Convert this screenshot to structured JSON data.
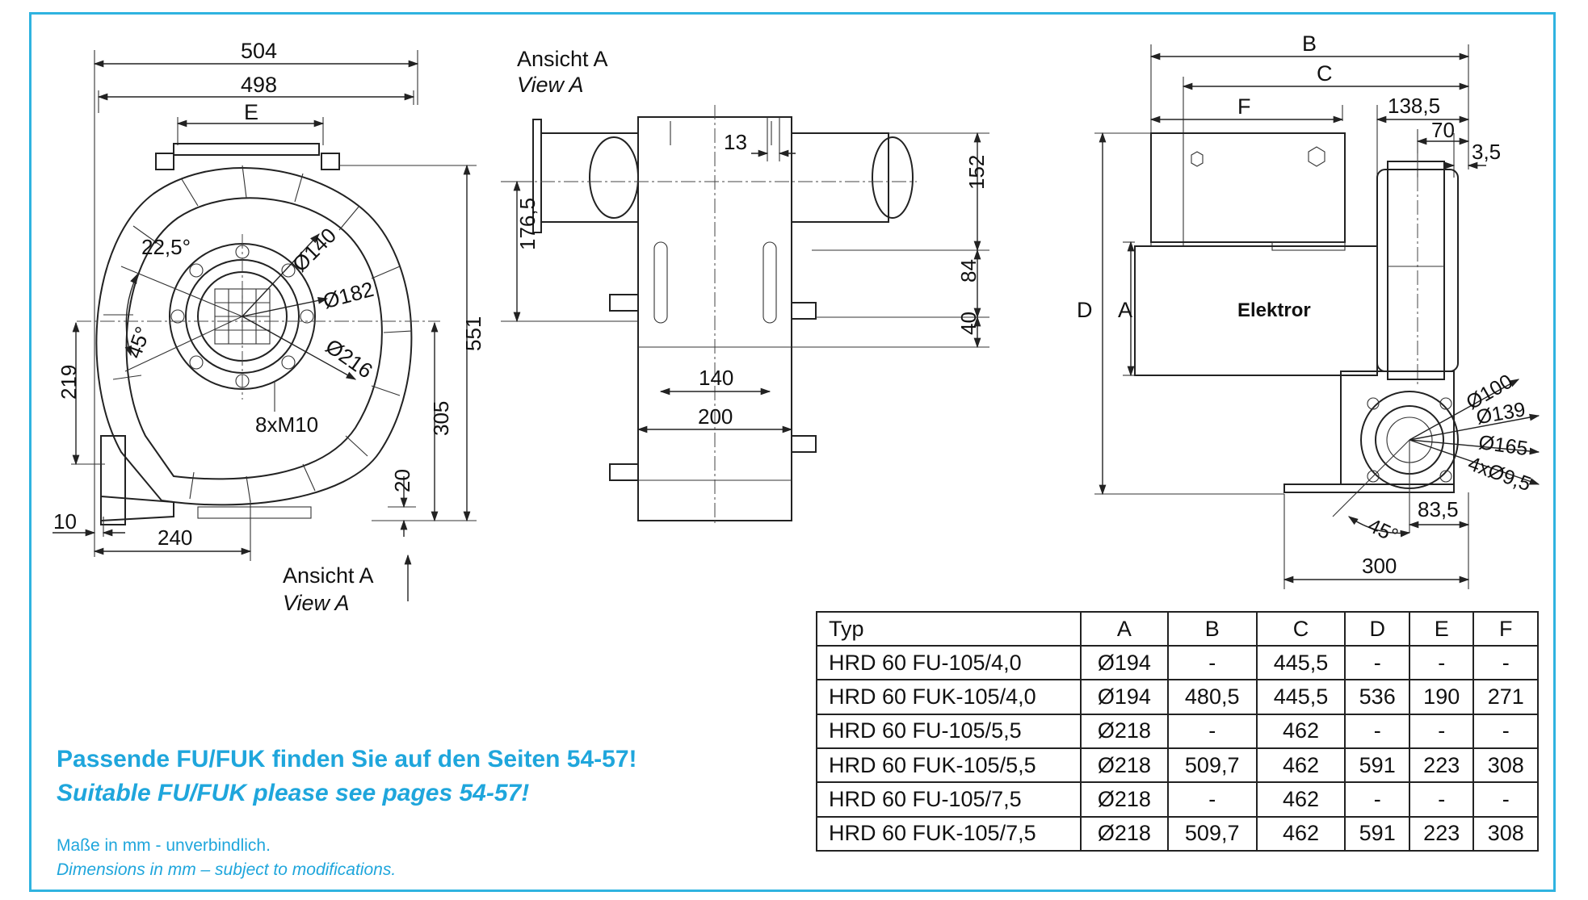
{
  "front_view": {
    "dim_504": "504",
    "dim_498": "498",
    "dim_E": "E",
    "dim_22_5": "22,5°",
    "dim_45": "45°",
    "dim_d140": "Ø140",
    "dim_d182": "Ø182",
    "dim_d216": "Ø216",
    "dim_bolts": "8xM10",
    "dim_219": "219",
    "dim_551": "551",
    "dim_305": "305",
    "dim_20": "20",
    "dim_10": "10",
    "dim_240": "240",
    "view_label_de": "Ansicht A",
    "view_label_en": "View A"
  },
  "side_view_a": {
    "title_de": "Ansicht A",
    "title_en": "View A",
    "dim_13": "13",
    "dim_176_5": "176,5",
    "dim_152": "152",
    "dim_84": "84",
    "dim_40": "40",
    "dim_140": "140",
    "dim_200": "200"
  },
  "right_view": {
    "dim_B": "B",
    "dim_C": "C",
    "dim_F": "F",
    "dim_138_5": "138,5",
    "dim_70": "70",
    "dim_3_5": "3,5",
    "dim_D": "D",
    "dim_A": "A",
    "motor_brand": "Elektror",
    "dim_d100": "Ø100",
    "dim_d139": "Ø139",
    "dim_d165": "Ø165",
    "dim_holes": "4xØ9,5",
    "dim_83_5": "83,5",
    "dim_45": "45°",
    "dim_300": "300"
  },
  "table": {
    "headers": [
      "Typ",
      "A",
      "B",
      "C",
      "D",
      "E",
      "F"
    ],
    "rows": [
      [
        "HRD 60 FU-105/4,0",
        "Ø194",
        "-",
        "445,5",
        "-",
        "-",
        "-"
      ],
      [
        "HRD 60 FUK-105/4,0",
        "Ø194",
        "480,5",
        "445,5",
        "536",
        "190",
        "271"
      ],
      [
        "HRD 60 FU-105/5,5",
        "Ø218",
        "-",
        "462",
        "-",
        "-",
        "-"
      ],
      [
        "HRD 60 FUK-105/5,5",
        "Ø218",
        "509,7",
        "462",
        "591",
        "223",
        "308"
      ],
      [
        "HRD 60 FU-105/7,5",
        "Ø218",
        "-",
        "462",
        "-",
        "-",
        "-"
      ],
      [
        "HRD 60 FUK-105/7,5",
        "Ø218",
        "509,7",
        "462",
        "591",
        "223",
        "308"
      ]
    ]
  },
  "notice": {
    "de": "Passende FU/FUK finden Sie auf den Seiten 54-57!",
    "en": "Suitable FU/FUK please see pages 54-57!"
  },
  "footnote": {
    "de": "Maße in mm - unverbindlich.",
    "en": "Dimensions in mm – subject to modifications."
  },
  "colors": {
    "accent": "#2fb3e0",
    "notice_text": "#1fa6dc",
    "line": "#222222"
  }
}
